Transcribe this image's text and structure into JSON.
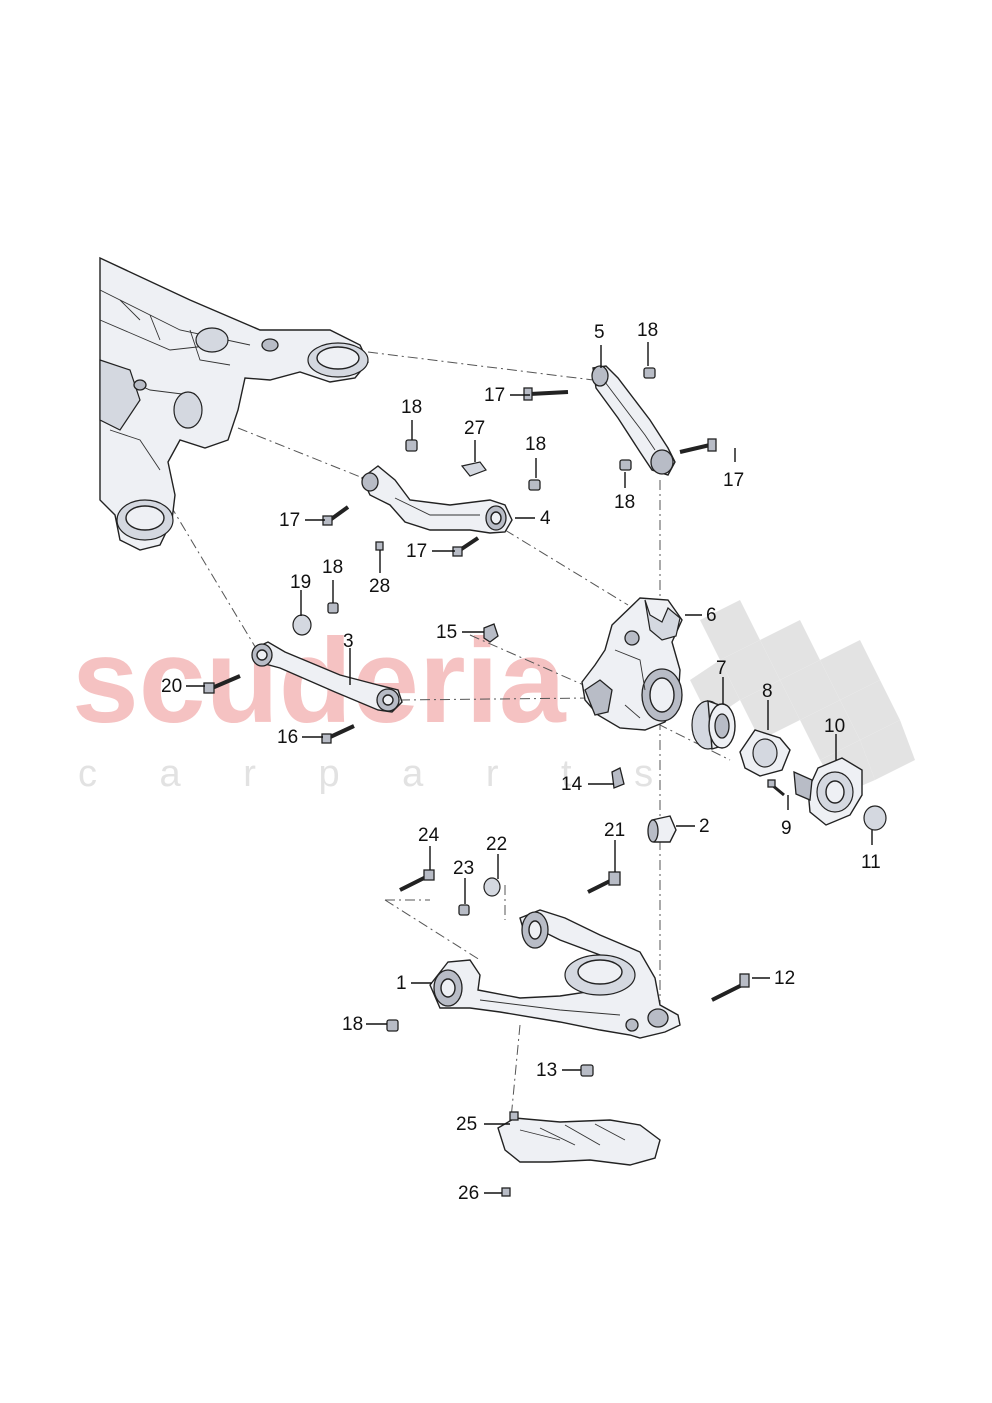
{
  "watermark": {
    "brand": "scuderia",
    "tagline": "c a r   p a r t s",
    "brand_color": "#f3b3b3",
    "tagline_color": "#e6e6e6",
    "checker_color": "#d9d9d9"
  },
  "callouts": {
    "c1": "1",
    "c2": "2",
    "c3": "3",
    "c4": "4",
    "c5": "5",
    "c6": "6",
    "c7": "7",
    "c8": "8",
    "c9": "9",
    "c10": "10",
    "c11": "11",
    "c12": "12",
    "c13": "13",
    "c14": "14",
    "c15": "15",
    "c16": "16",
    "c17a": "17",
    "c17b": "17",
    "c17c": "17",
    "c17d": "17",
    "c18a": "18",
    "c18b": "18",
    "c18c": "18",
    "c18d": "18",
    "c18e": "18",
    "c18f": "18",
    "c19": "19",
    "c20": "20",
    "c21": "21",
    "c22": "22",
    "c23": "23",
    "c24": "24",
    "c25": "25",
    "c26": "26",
    "c27": "27",
    "c28": "28"
  },
  "parts": [
    {
      "name": "subframe"
    },
    {
      "name": "control-arm-lower"
    },
    {
      "name": "bushing"
    },
    {
      "name": "track-rod"
    },
    {
      "name": "upper-control-arm-rear"
    },
    {
      "name": "upper-control-arm-front"
    },
    {
      "name": "wheel-bearing-housing"
    },
    {
      "name": "wheel-bearing"
    },
    {
      "name": "abs-sensor-ring"
    },
    {
      "name": "wheel-hub"
    },
    {
      "name": "cover-plate"
    }
  ]
}
